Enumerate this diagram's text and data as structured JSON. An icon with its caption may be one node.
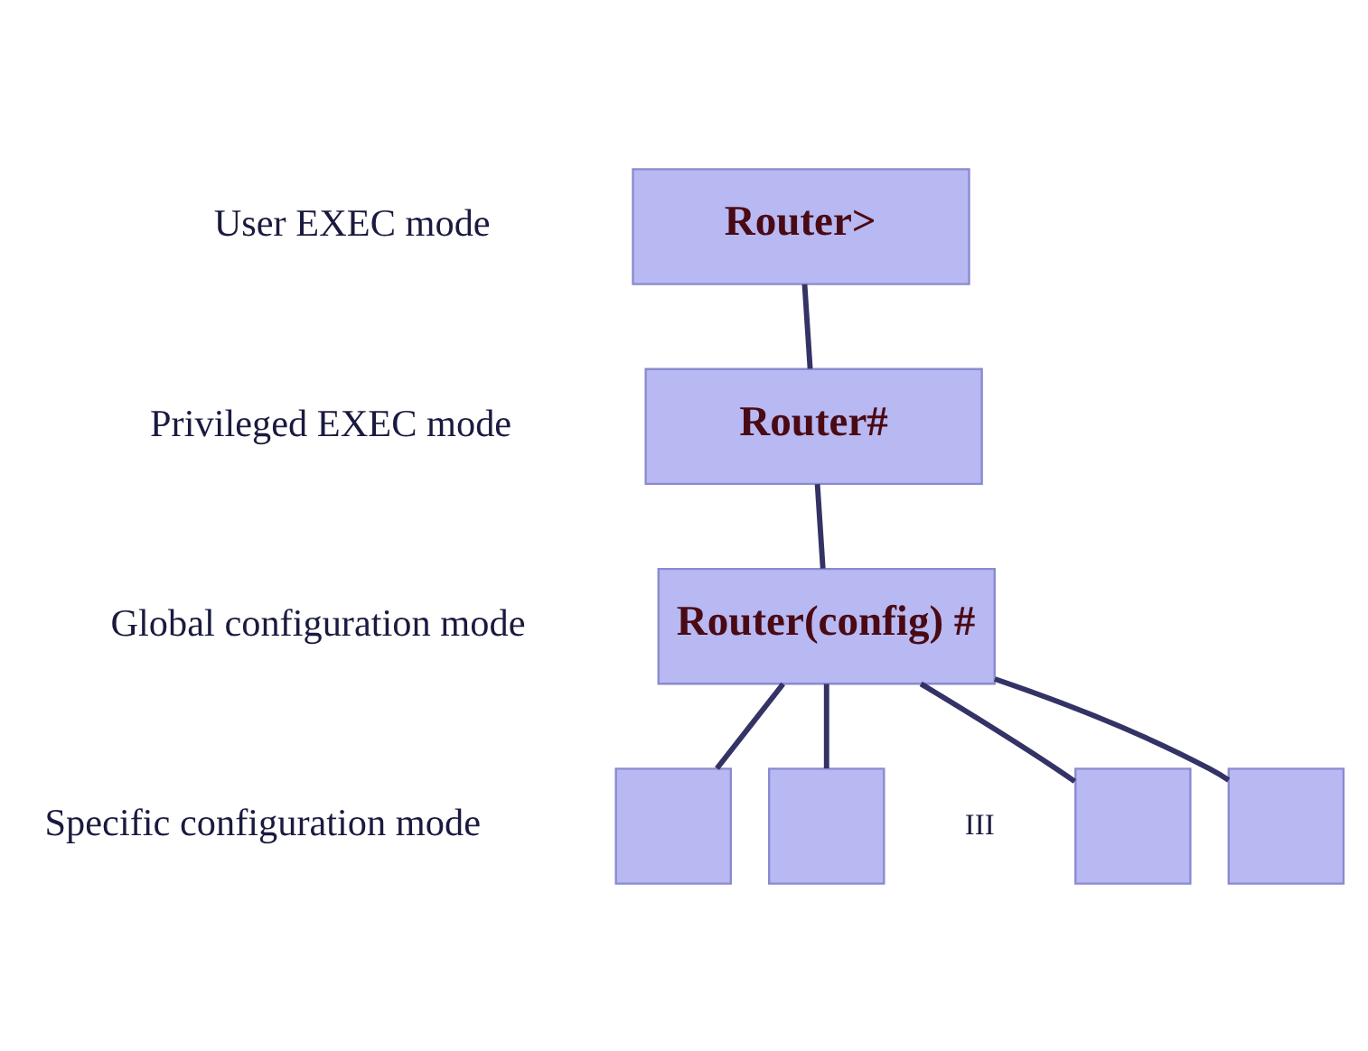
{
  "diagram": {
    "nodes": [
      {
        "text": [
          "Router>"
        ]
      },
      {
        "text": [
          "Router#"
        ]
      },
      {
        "text": [
          "Router(config) #"
        ]
      },
      {
        "text": [],
        "shape": "box"
      },
      {
        "text": [],
        "shape": "box"
      },
      {
        "text": [],
        "shape": "box"
      },
      {
        "text": [],
        "shape": "box"
      }
    ],
    "edges": [
      {
        "from": 0,
        "to": 1,
        "arrow": "none"
      },
      {
        "from": 1,
        "to": 2,
        "arrow": "none"
      },
      {
        "from": 2,
        "to": 3,
        "arrow": "none"
      },
      {
        "from": 2,
        "to": 4,
        "arrow": "none"
      },
      {
        "from": 2,
        "to": 5,
        "arrow": "none"
      },
      {
        "from": 2,
        "to": 6,
        "arrow": "none"
      }
    ],
    "labels": [
      "User EXEC mode",
      "Privileged EXEC mode",
      "Global configuration mode",
      "Specific configuration mode",
      "III"
    ]
  }
}
